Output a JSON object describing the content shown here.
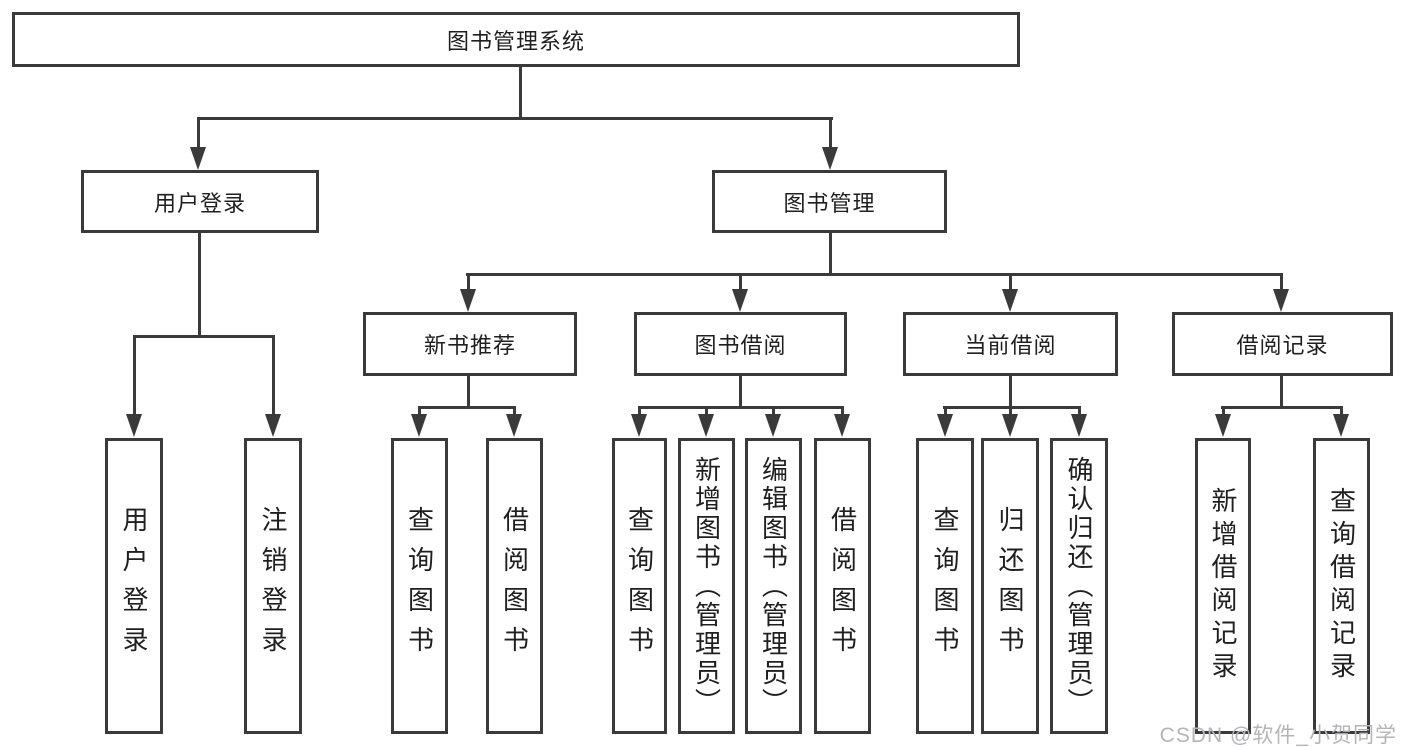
{
  "tree": {
    "root": {
      "label": "图书管理系统"
    },
    "branches": [
      {
        "label": "用户登录",
        "children": [
          "用户登录",
          "注销登录"
        ]
      },
      {
        "label": "图书管理",
        "children": [
          {
            "label": "新书推荐",
            "children": [
              "查询图书",
              "借阅图书"
            ]
          },
          {
            "label": "图书借阅",
            "children": [
              "查询图书",
              "新增图书（管理员）",
              "编辑图书（管理员）",
              "借阅图书"
            ]
          },
          {
            "label": "当前借阅",
            "children": [
              "查询图书",
              "归还图书",
              "确认归还（管理员）"
            ]
          },
          {
            "label": "借阅记录",
            "children": [
              "新增借阅记录",
              "查询借阅记录"
            ]
          }
        ]
      }
    ]
  },
  "watermark": "CSDN @软件_小贺同学",
  "colors": {
    "line": "#3a3a3a",
    "text": "#1f1f1f",
    "watermark": "#b5b5b9",
    "background": "#ffffff"
  }
}
